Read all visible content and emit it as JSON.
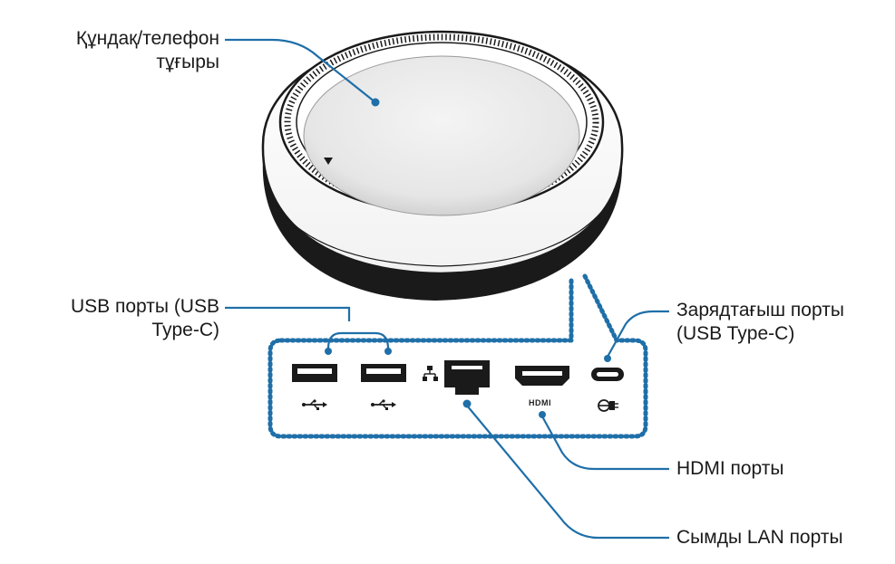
{
  "labels": {
    "cradle": {
      "line1": "Құндақ/телефон",
      "line2": "тұғыры"
    },
    "usb": {
      "line1": "USB порты (USB",
      "line2": "Type-C)"
    },
    "charger": {
      "line1": "Зарядтағыш порты",
      "line2": "(USB Type-C)"
    },
    "hdmi": {
      "line1": "HDMI порты"
    },
    "lan": {
      "line1": "Сымды LAN порты"
    }
  },
  "port_marks": {
    "hdmi_logo": "HDMI"
  },
  "icons": {
    "usb_a_1": "usb-trident-icon",
    "usb_a_2": "usb-trident-icon",
    "lan": "network-icon",
    "charger": "charging-plug-icon"
  },
  "colors": {
    "callout_line": "#1f6fa8",
    "dotted_outline": "#1f6fa8",
    "device_stroke": "#1a1a1a",
    "port_fill": "#1a1a1a"
  }
}
